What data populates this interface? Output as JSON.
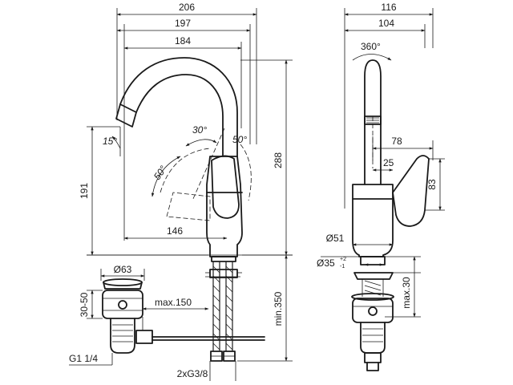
{
  "front_view": {
    "dim_width_overall": "206",
    "dim_spout_reach_outer": "197",
    "dim_spout_reach_inner": "184",
    "dim_overall_height": "288",
    "dim_spout_outlet_height": "191",
    "dim_handle_reach": "146",
    "angle_spout_tilt": "15°",
    "angle_handle_back": "30°",
    "angle_handle_forward": "50°",
    "angle_handle_side": "50°",
    "dim_below_deck": "min.350",
    "dim_hose_connection": "2xG3/8"
  },
  "side_view": {
    "dim_depth_overall": "116",
    "dim_depth_inner": "104",
    "angle_rotation": "360°",
    "dim_handle_projection": "78",
    "dim_handle_offset": "25",
    "dim_handle_height": "83",
    "dim_base_diameter": "Ø51",
    "dim_mounting_hole": "Ø35",
    "tolerance_upper": "+2",
    "tolerance_lower": "-1",
    "dim_deck_thickness_max": "max.30"
  },
  "waste_view": {
    "dim_waste_diameter": "Ø63",
    "dim_waste_height_range": "30-50",
    "dim_rod_length_max": "max.150",
    "dim_waste_thread": "G1 1/4"
  }
}
